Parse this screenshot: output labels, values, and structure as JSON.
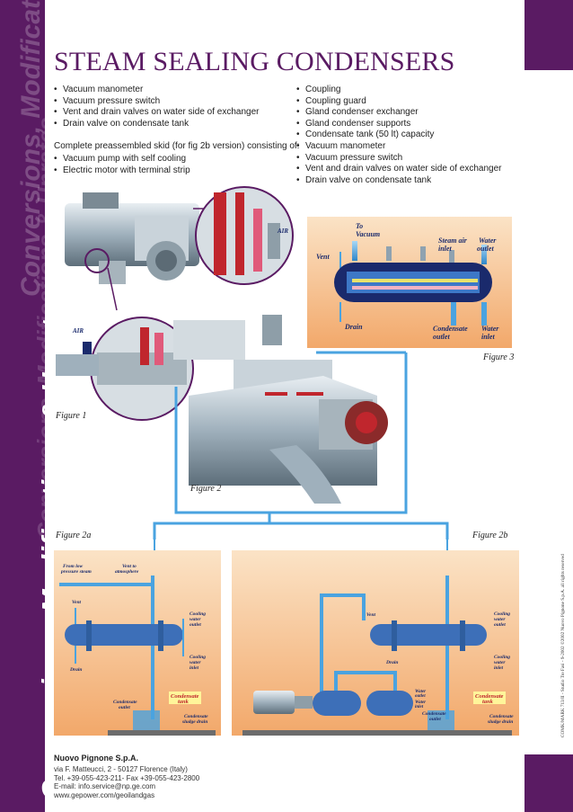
{
  "sidebar": {
    "main_text": "Conversions, Modifications & Uprates",
    "ghost_text_1": "Conversions, Modifications & Uprates",
    "ghost_text_2": "Conversions, Modifications & Uprates"
  },
  "title": "STEAM SEALING CONDENSERS",
  "left_bullets": [
    "Vacuum manometer",
    "Vacuum pressure switch",
    "Vent and drain valves on water side of exchanger",
    "Drain valve on condensate tank"
  ],
  "skid_intro": "Complete preassembled skid (for fig 2b version) consisting of:",
  "skid_bullets": [
    "Vacuum pump with self cooling",
    "Electric motor with terminal strip"
  ],
  "right_bullets": [
    "Coupling",
    "Coupling guard",
    "Gland condenser exchanger",
    "Gland condenser supports",
    "Condensate tank (50 lt) capacity",
    "Vacuum manometer",
    "Vacuum pressure switch",
    "Vent and drain valves on water side of exchanger",
    "Drain valve on condensate tank"
  ],
  "figures": {
    "fig1": "Figure 1",
    "fig2": "Figure 2",
    "fig3": "Figure 3",
    "fig2a": "Figure 2a",
    "fig2b": "Figure 2b"
  },
  "fig1_labels": {
    "air_top": "AIR",
    "air_left": "AIR"
  },
  "fig3_labels": {
    "to_vacuum_1": "To",
    "to_vacuum_2": "Vacuum",
    "vent": "Vent",
    "steam_air_1": "Steam air",
    "steam_air_2": "inlet",
    "water_outlet_1": "Water",
    "water_outlet_2": "outlet",
    "drain": "Drain",
    "condensate_outlet_1": "Condensate",
    "condensate_outlet_2": "outlet",
    "water_inlet_1": "Water",
    "water_inlet_2": "inlet"
  },
  "fig2a_labels": {
    "from_low_1": "From low",
    "from_low_2": "pressure steam",
    "vent_to_1": "Vent to",
    "vent_to_2": "atmosphere",
    "vent": "Vent",
    "cooling_out_1": "Cooling",
    "cooling_out_2": "water",
    "cooling_out_3": "outlet",
    "cooling_in_1": "Cooling",
    "cooling_in_2": "water",
    "cooling_in_3": "inlet",
    "drain": "Drain",
    "cond_outlet_1": "Condensate",
    "cond_outlet_2": "outlet",
    "cond_tank_1": "Condensate",
    "cond_tank_2": "tank",
    "sludge_1": "Condensate",
    "sludge_2": "sludge drain"
  },
  "fig2b_labels": {
    "vent": "Vent",
    "cooling_out_1": "Cooling",
    "cooling_out_2": "water",
    "cooling_out_3": "outlet",
    "cooling_in_1": "Cooling",
    "cooling_in_2": "water",
    "cooling_in_3": "inlet",
    "drain": "Drain",
    "water_outlet_1": "Water",
    "water_outlet_2": "outlet",
    "water_inlet_1": "Water",
    "water_inlet_2": "inlet",
    "cond_outlet_1": "Condensate",
    "cond_outlet_2": "outlet",
    "cond_tank_1": "Condensate",
    "cond_tank_2": "tank",
    "sludge_1": "Condensate",
    "sludge_2": "sludge drain"
  },
  "credit": "COMK/MARK 713/II - Studio Tre Fasi - 9-2002   ©2002 Nuovo Pignone S.p.A. all rights reserved",
  "company": "Nuovo Pignone S.p.A.",
  "address_lines": [
    "via F. Matteucci, 2 - 50127 Florence (Italy)",
    "Tel. +39-055-423-211- Fax +39-055-423-2800",
    "E-mail: info.service@np.ge.com",
    "www.gepower.com/geoilandgas"
  ],
  "colors": {
    "purple": "#5a1b63",
    "pipe_blue": "#4aa3e0",
    "vessel_navy": "#1a2a6c",
    "panel_peach": "#f7c79a",
    "steam_red": "#c0262d"
  }
}
